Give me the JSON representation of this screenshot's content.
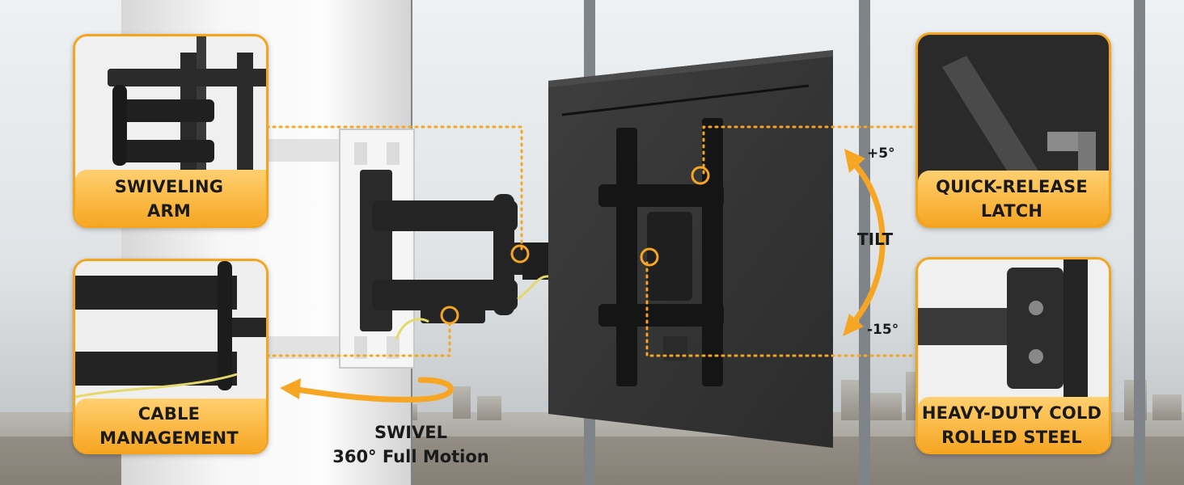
{
  "features": {
    "swiveling_arm": {
      "line1": "SWIVELING",
      "line2": "ARM"
    },
    "cable_management": {
      "line1": "CABLE",
      "line2": "MANAGEMENT"
    },
    "quick_release": {
      "line1": "QUICK-RELEASE",
      "line2": "LATCH"
    },
    "steel": {
      "line1": "HEAVY-DUTY COLD",
      "line2": "ROLLED STEEL"
    }
  },
  "tilt": {
    "label": "TILT",
    "up": "+5°",
    "down": "-15°"
  },
  "swivel": {
    "line1": "SWIVEL",
    "line2": "360° Full Motion"
  },
  "colors": {
    "accent": "#f6a623",
    "dark": "#1f1f1f"
  }
}
